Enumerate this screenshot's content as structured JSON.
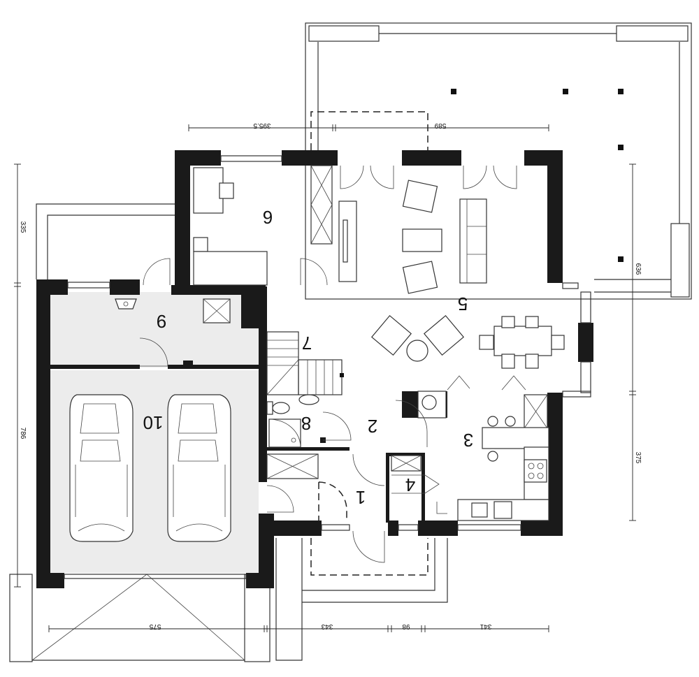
{
  "rooms": {
    "r1": "1",
    "r2": "2",
    "r3": "3",
    "r4": "4",
    "r5": "5",
    "r6": "6",
    "r7": "7",
    "r8": "8",
    "r9": "9",
    "r10": "10"
  },
  "dimensions": {
    "top_left": "395.5",
    "top_right": "589",
    "left_upper": "335",
    "left_lower": "786",
    "right_upper": "636",
    "right_lower": "375",
    "bottom_garage": "575",
    "bottom_entry": "343",
    "bottom_mid": "98",
    "bottom_right": "341"
  },
  "colors": {
    "wall": "#1a1a1a",
    "garage_floor": "#ececec"
  }
}
